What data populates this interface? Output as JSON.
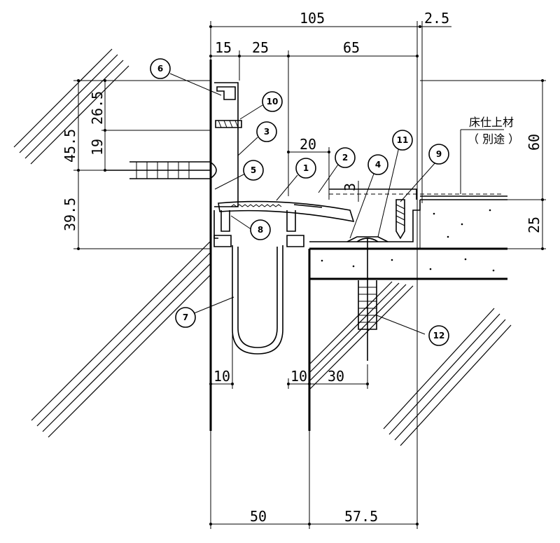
{
  "dimensions": {
    "top_total": "105",
    "top_gap": "2.5",
    "top_a": "15",
    "top_b": "25",
    "top_c": "65",
    "right_60": "60",
    "right_25": "25",
    "left_26_5": "26.5",
    "left_45_5": "45.5",
    "left_19": "19",
    "left_39_5": "39.5",
    "mid_20": "20",
    "mid_3": "3",
    "low_10_left": "10",
    "low_10_right": "10",
    "low_30": "30",
    "bottom_50": "50",
    "bottom_57_5": "57.5"
  },
  "note": {
    "line1": "床仕上材",
    "line2": "（ 別途 ）"
  },
  "callouts": [
    "1",
    "2",
    "3",
    "4",
    "5",
    "6",
    "7",
    "8",
    "9",
    "10",
    "11",
    "12"
  ]
}
